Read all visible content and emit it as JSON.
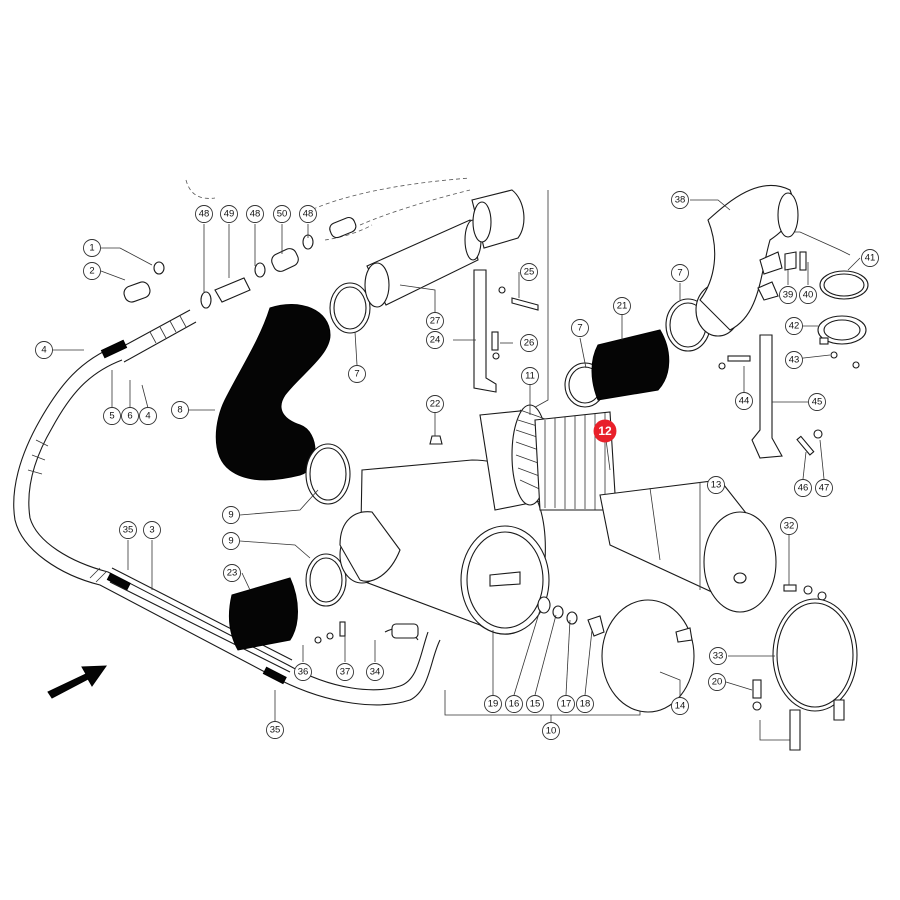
{
  "diagram": {
    "highlight_color": "#e8202a",
    "highlighted_callout": "12",
    "callouts": [
      {
        "id": "c1",
        "label": "1"
      },
      {
        "id": "c2",
        "label": "2"
      },
      {
        "id": "c3",
        "label": "3"
      },
      {
        "id": "c4a",
        "label": "4"
      },
      {
        "id": "c4b",
        "label": "4"
      },
      {
        "id": "c5",
        "label": "5"
      },
      {
        "id": "c6",
        "label": "6"
      },
      {
        "id": "c7a",
        "label": "7"
      },
      {
        "id": "c7b",
        "label": "7"
      },
      {
        "id": "c7c",
        "label": "7"
      },
      {
        "id": "c8",
        "label": "8"
      },
      {
        "id": "c9a",
        "label": "9"
      },
      {
        "id": "c9b",
        "label": "9"
      },
      {
        "id": "c10",
        "label": "10"
      },
      {
        "id": "c11",
        "label": "11"
      },
      {
        "id": "c12",
        "label": "12"
      },
      {
        "id": "c13",
        "label": "13"
      },
      {
        "id": "c14",
        "label": "14"
      },
      {
        "id": "c15",
        "label": "15"
      },
      {
        "id": "c16",
        "label": "16"
      },
      {
        "id": "c17",
        "label": "17"
      },
      {
        "id": "c18",
        "label": "18"
      },
      {
        "id": "c19",
        "label": "19"
      },
      {
        "id": "c20",
        "label": "20"
      },
      {
        "id": "c21",
        "label": "21"
      },
      {
        "id": "c22",
        "label": "22"
      },
      {
        "id": "c23",
        "label": "23"
      },
      {
        "id": "c24",
        "label": "24"
      },
      {
        "id": "c25",
        "label": "25"
      },
      {
        "id": "c26",
        "label": "26"
      },
      {
        "id": "c27",
        "label": "27"
      },
      {
        "id": "c32",
        "label": "32"
      },
      {
        "id": "c33",
        "label": "33"
      },
      {
        "id": "c34",
        "label": "34"
      },
      {
        "id": "c35a",
        "label": "35"
      },
      {
        "id": "c35b",
        "label": "35"
      },
      {
        "id": "c36",
        "label": "36"
      },
      {
        "id": "c37",
        "label": "37"
      },
      {
        "id": "c38",
        "label": "38"
      },
      {
        "id": "c39",
        "label": "39"
      },
      {
        "id": "c40",
        "label": "40"
      },
      {
        "id": "c41",
        "label": "41"
      },
      {
        "id": "c42",
        "label": "42"
      },
      {
        "id": "c43",
        "label": "43"
      },
      {
        "id": "c44",
        "label": "44"
      },
      {
        "id": "c45",
        "label": "45"
      },
      {
        "id": "c46",
        "label": "46"
      },
      {
        "id": "c47",
        "label": "47"
      },
      {
        "id": "c48a",
        "label": "48"
      },
      {
        "id": "c48b",
        "label": "48"
      },
      {
        "id": "c48c",
        "label": "48"
      },
      {
        "id": "c49",
        "label": "49"
      },
      {
        "id": "c50",
        "label": "50"
      }
    ]
  }
}
